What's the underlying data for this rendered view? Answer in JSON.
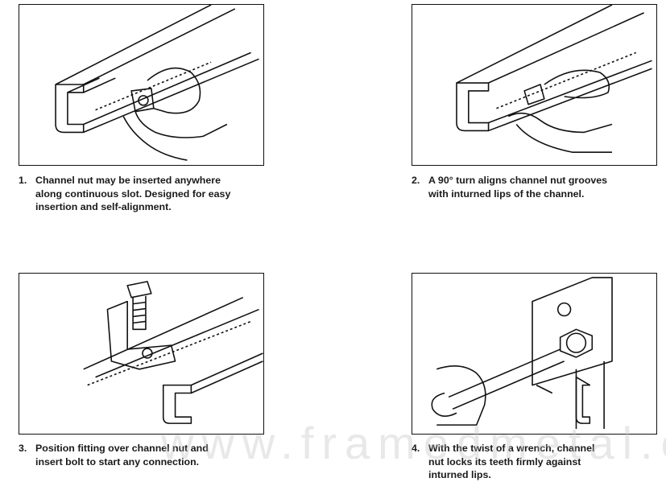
{
  "steps": [
    {
      "num": "1.",
      "text": "Channel nut may be inserted anywhere\nalong continuous slot. Designed for easy\ninsertion and self-alignment."
    },
    {
      "num": "2.",
      "text": "A 90° turn aligns channel nut grooves\nwith inturned lips of the channel."
    },
    {
      "num": "3.",
      "text": "Position fitting over channel nut and\ninsert bolt to start any connection."
    },
    {
      "num": "4.",
      "text": "With the twist of a wrench, channel\nnut locks its teeth firmly against\ninturned lips."
    }
  ],
  "watermark": "www.framedmetal.com"
}
